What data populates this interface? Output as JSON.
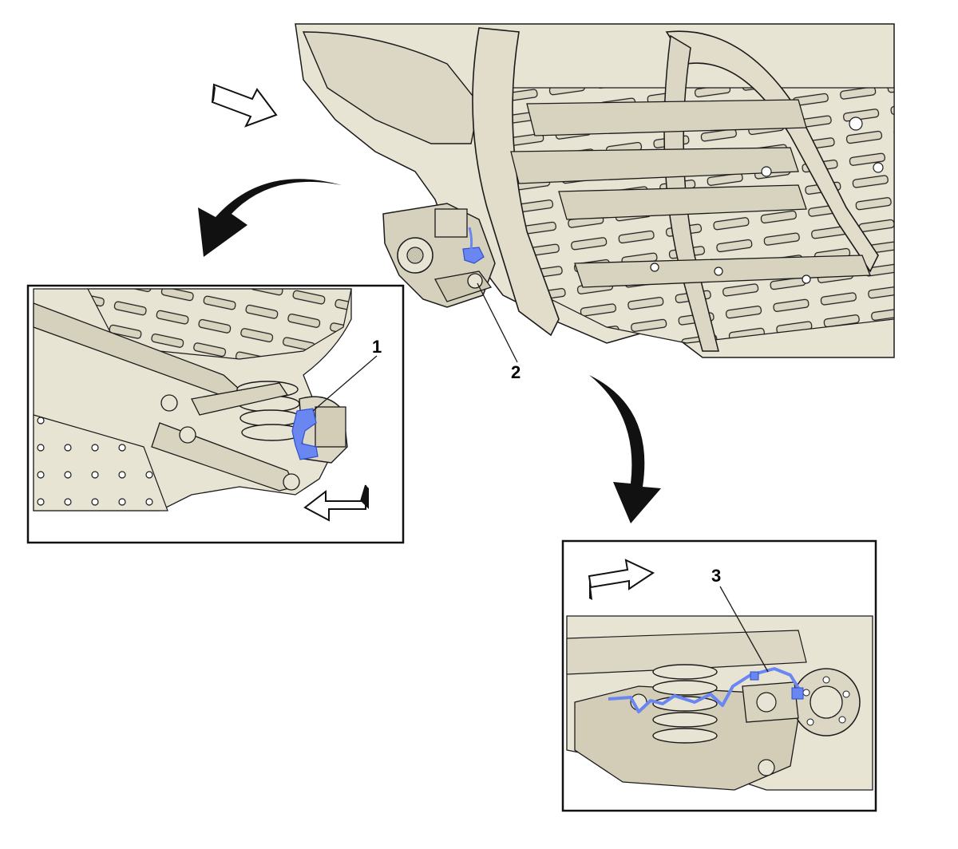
{
  "callouts": {
    "c1": "1",
    "c2": "2",
    "c3": "3"
  },
  "colors": {
    "body_fill": "#e8e4d4",
    "body_dark": "#c9c4b0",
    "line": "#1a1a1a",
    "highlight": "#6a86f0",
    "arrow_fill": "#111111",
    "frame": "#111111",
    "background": "#ffffff"
  },
  "icons": {
    "direction_arrows": "hollow-3d-arrow-icon",
    "transition_arrows": "curved-black-arrow-icon"
  }
}
